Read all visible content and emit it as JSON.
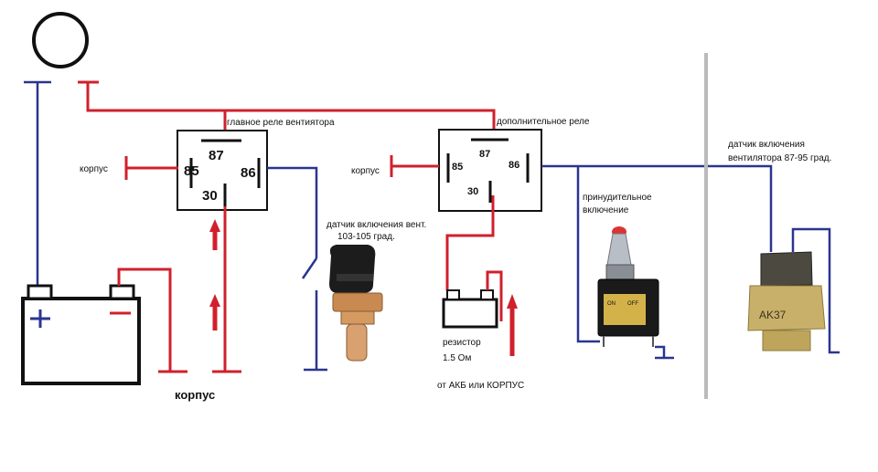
{
  "relay_main": {
    "title": "главное реле вентиятора",
    "pin87": "87",
    "pin85": "85",
    "pin86": "86",
    "pin30": "30",
    "ground_label": "корпус"
  },
  "relay_aux": {
    "title": "дополнительное реле",
    "pin87": "87",
    "pin85": "85",
    "pin86": "86",
    "pin30": "30",
    "ground_label": "корпус"
  },
  "battery": {
    "ground_label": "корпус",
    "plus_sign": "+",
    "minus_sign": "−"
  },
  "sensor_main": {
    "line1": "датчик  включения вент.",
    "line2": "103-105 град."
  },
  "resistor": {
    "line1": "резистор",
    "line2": "1.5 Ом",
    "source": "от АКБ или КОРПУС"
  },
  "toggle": {
    "line1": "принудительное",
    "line2": "включение",
    "plate_on": "ON",
    "plate_off": "OFF"
  },
  "sensor_fan": {
    "line1": "датчик включения",
    "line2": "вентилятора 87-95 град.",
    "marking": "AK37"
  },
  "colors": {
    "positive_wire": "#d0202c",
    "negative_wire": "#2a3590",
    "arrow": "#d0202c"
  }
}
